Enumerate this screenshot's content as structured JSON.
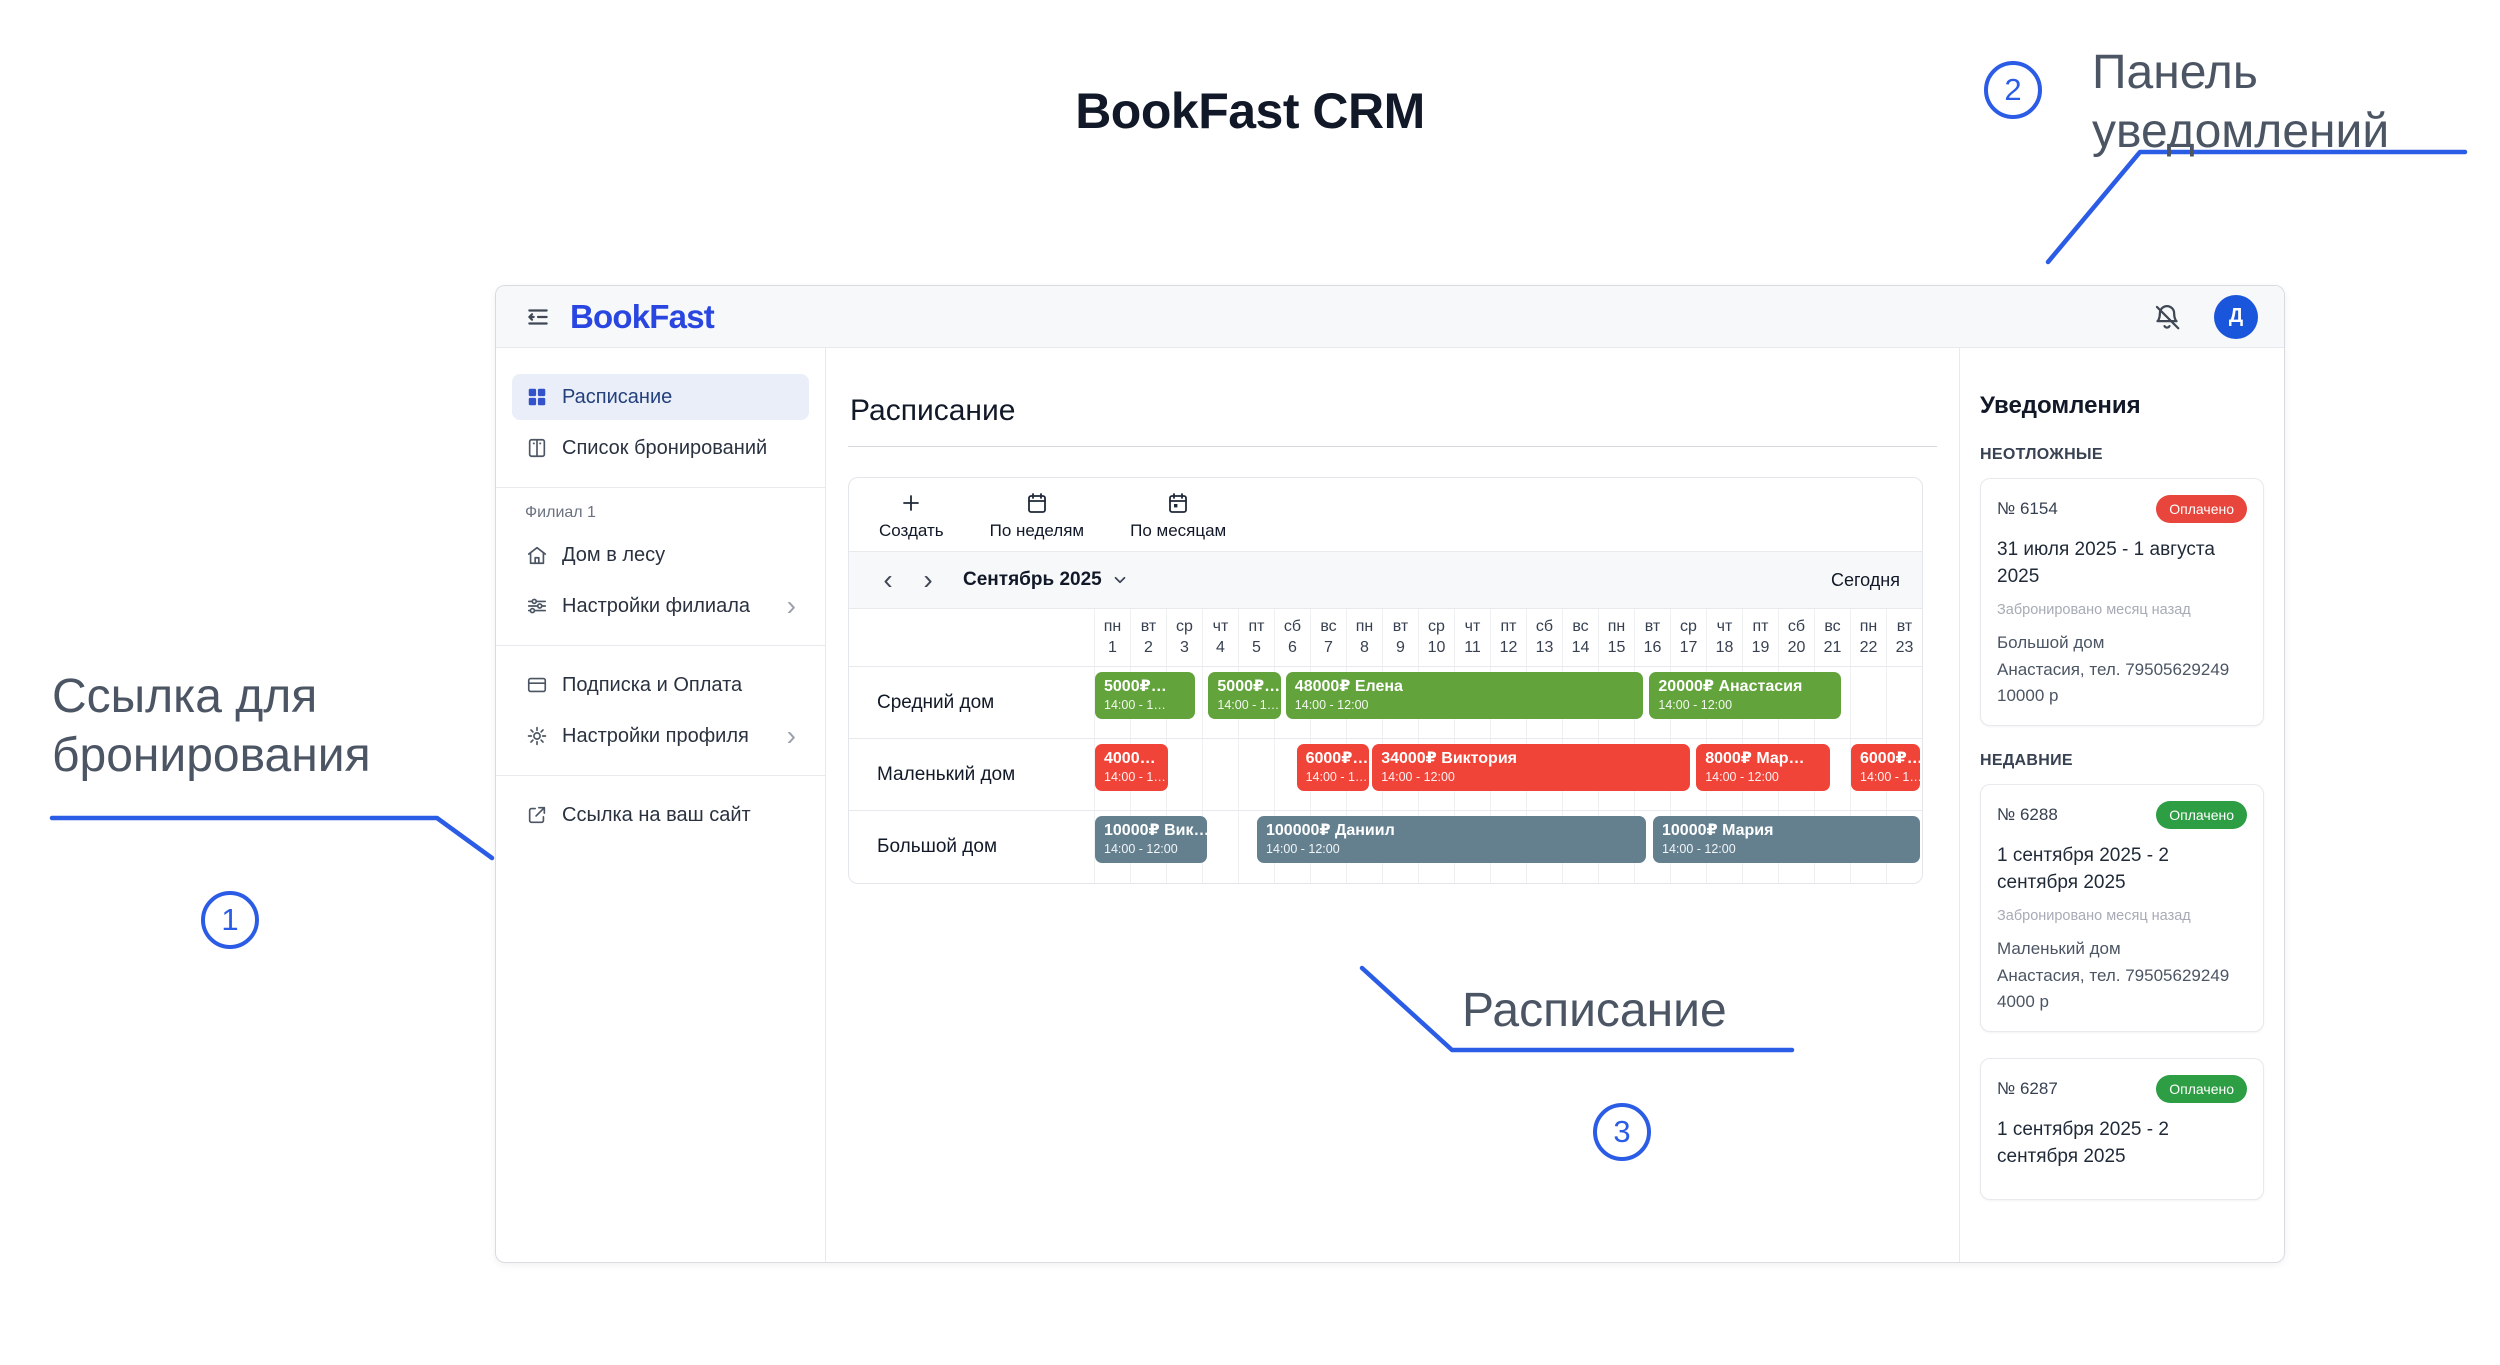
{
  "page": {
    "title": "BookFast CRM"
  },
  "annotations": {
    "booking_link": {
      "number": "1",
      "text": "Ссылка для бронирования"
    },
    "notifications_panel": {
      "number": "2",
      "text": "Панель уведомлений"
    },
    "schedule": {
      "number": "3",
      "text": "Расписание"
    }
  },
  "icons": {
    "prev": "‹",
    "next": "›",
    "chevron_right": "›"
  },
  "app": {
    "topbar": {
      "logo": "BookFast",
      "avatar_initial": "Д"
    },
    "sidebar": {
      "schedule": "Расписание",
      "bookings_list": "Список бронирований",
      "branch_label": "Филиал 1",
      "house": "Дом в лесу",
      "branch_settings": "Настройки филиала",
      "subscription": "Подписка и Оплата",
      "profile_settings": "Настройки профиля",
      "site_link": "Ссылка на ваш сайт"
    },
    "schedule": {
      "heading": "Расписание",
      "toolbar": {
        "create": "Создать",
        "by_weeks": "По неделям",
        "by_months": "По месяцам"
      },
      "nav": {
        "month": "Сентябрь 2025",
        "today": "Сегодня"
      },
      "days": [
        {
          "dow": "пн",
          "num": "1"
        },
        {
          "dow": "вт",
          "num": "2"
        },
        {
          "dow": "ср",
          "num": "3"
        },
        {
          "dow": "чт",
          "num": "4"
        },
        {
          "dow": "пт",
          "num": "5"
        },
        {
          "dow": "сб",
          "num": "6"
        },
        {
          "dow": "вс",
          "num": "7"
        },
        {
          "dow": "пн",
          "num": "8"
        },
        {
          "dow": "вт",
          "num": "9"
        },
        {
          "dow": "ср",
          "num": "10"
        },
        {
          "dow": "чт",
          "num": "11"
        },
        {
          "dow": "пт",
          "num": "12"
        },
        {
          "dow": "сб",
          "num": "13"
        },
        {
          "dow": "вс",
          "num": "14"
        },
        {
          "dow": "пн",
          "num": "15"
        },
        {
          "dow": "вт",
          "num": "16"
        },
        {
          "dow": "ср",
          "num": "17"
        },
        {
          "dow": "чт",
          "num": "18"
        },
        {
          "dow": "пт",
          "num": "19"
        },
        {
          "dow": "сб",
          "num": "20"
        },
        {
          "dow": "вс",
          "num": "21"
        },
        {
          "dow": "пн",
          "num": "22"
        },
        {
          "dow": "вт",
          "num": "23"
        }
      ],
      "rows": [
        {
          "room": "Средний дом",
          "color": "green",
          "bars": [
            {
              "start": 0,
              "span": 2.85,
              "price": "5000₽…",
              "time": "14:00 - 1…"
            },
            {
              "start": 3.15,
              "span": 2.1,
              "price": "5000₽…",
              "time": "14:00 - 1…"
            },
            {
              "start": 5.3,
              "span": 10.0,
              "price": "48000₽ Елена",
              "time": "14:00 - 12:00"
            },
            {
              "start": 15.4,
              "span": 5.4,
              "price": "20000₽ Анастасия",
              "time": "14:00 - 12:00"
            }
          ]
        },
        {
          "room": "Маленький дом",
          "color": "red",
          "bars": [
            {
              "start": 0,
              "span": 2.1,
              "price": "4000…",
              "time": "14:00 - 1…"
            },
            {
              "start": 5.6,
              "span": 2.1,
              "price": "6000₽…",
              "time": "14:00 - 1…"
            },
            {
              "start": 7.7,
              "span": 8.9,
              "price": "34000₽ Виктория",
              "time": "14:00 - 12:00"
            },
            {
              "start": 16.7,
              "span": 3.8,
              "price": "8000₽ Мар…",
              "time": "14:00 - 12:00"
            },
            {
              "start": 21.0,
              "span": 2.0,
              "price": "6000₽…",
              "time": "14:00 - 1…"
            }
          ]
        },
        {
          "room": "Большой дом",
          "color": "slate",
          "bars": [
            {
              "start": 0,
              "span": 3.2,
              "price": "10000₽ Вик…",
              "time": "14:00 - 12:00"
            },
            {
              "start": 4.5,
              "span": 10.9,
              "price": "100000₽ Даниил",
              "time": "14:00 - 12:00"
            },
            {
              "start": 15.5,
              "span": 7.5,
              "price": "10000₽ Мария",
              "time": "14:00 - 12:00"
            }
          ]
        }
      ]
    },
    "notifications": {
      "title": "Уведомления",
      "sections": [
        {
          "label": "НЕОТЛОЖНЫЕ",
          "cards": [
            {
              "number": "№ 6154",
              "badge": "Оплачено",
              "badge_color": "red",
              "dates": "31 июля 2025 - 1 августа 2025",
              "meta": "Забронировано месяц назад",
              "house": "Большой дом",
              "client": "Анастасия, тел. 79505629249",
              "price": "10000 р"
            }
          ]
        },
        {
          "label": "НЕДАВНИЕ",
          "cards": [
            {
              "number": "№ 6288",
              "badge": "Оплачено",
              "badge_color": "green",
              "dates": "1 сентября 2025 - 2 сентября 2025",
              "meta": "Забронировано месяц назад",
              "house": "Маленький дом",
              "client": "Анастасия, тел. 79505629249",
              "price": "4000 р"
            },
            {
              "number": "№ 6287",
              "badge": "Оплачено",
              "badge_color": "green",
              "dates": "1 сентября 2025 - 2 сентября 2025"
            }
          ]
        }
      ]
    }
  }
}
